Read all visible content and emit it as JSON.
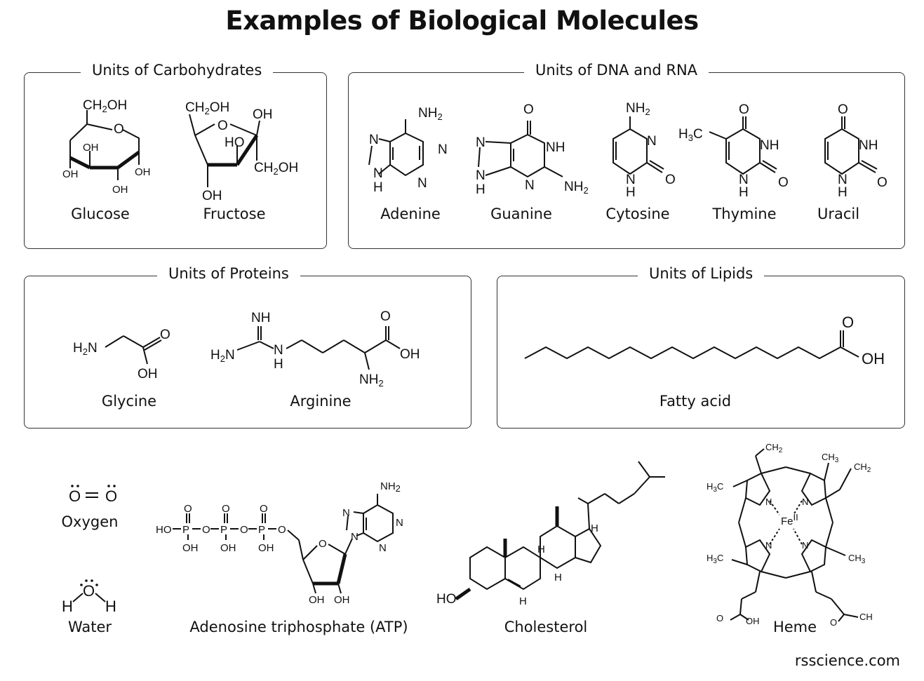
{
  "title": "Examples of Biological Molecules",
  "credit": "rsscience.com",
  "sections": {
    "carbohydrates": {
      "title": "Units of Carbohydrates",
      "items": [
        "Glucose",
        "Fructose"
      ]
    },
    "nucleic": {
      "title": "Units of DNA and RNA",
      "items": [
        "Adenine",
        "Guanine",
        "Cytosine",
        "Thymine",
        "Uracil"
      ]
    },
    "proteins": {
      "title": "Units of Proteins",
      "items": [
        "Glycine",
        "Arginine"
      ]
    },
    "lipids": {
      "title": "Units of Lipids",
      "items": [
        "Fatty acid"
      ]
    },
    "others": {
      "items": [
        "Oxygen",
        "Water",
        "Adenosine triphosphate (ATP)",
        "Cholesterol",
        "Heme"
      ]
    }
  }
}
